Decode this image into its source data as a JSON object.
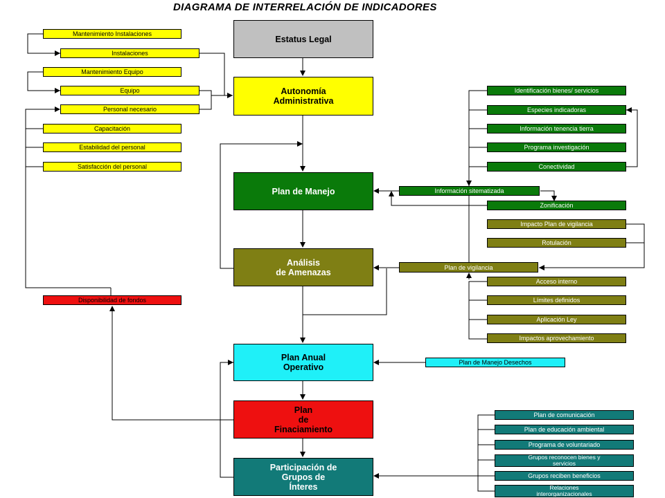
{
  "title": "DIAGRAMA DE INTERRELACIÓN DE INDICADORES",
  "main": {
    "estatus": "Estatus Legal",
    "autonomia": "Autonomía\nAdministrativa",
    "plan_manejo": "Plan de Manejo",
    "analisis": "Análisis\nde Amenazas",
    "plan_anual": "Plan Anual\nOperativo",
    "plan_financiamiento": "Plan\nde\nFinaciamiento",
    "participacion": "Participación de\nGrupos de\nÍnteres"
  },
  "left": {
    "mant_instalaciones": "Mantenimiento Instalaciones",
    "instalaciones": "Instalaciones",
    "mant_equipo": "Mantenimiento Equipo",
    "equipo": "Equipo",
    "personal": "Personal necesario",
    "capacitacion": "Capacitación",
    "estabilidad": "Estabilidad del personal",
    "satisfaccion": "Satisfacción del personal",
    "disponibilidad": "Disponibilidad de fondos"
  },
  "right_green": {
    "identificacion": "Identificación bienes/ servicios",
    "especies": "Especies indicadoras",
    "tenencia": "Información tenencia tierra",
    "investigacion": "Programa investigación",
    "conectividad": "Conectividad",
    "informacion": "Información sitematizada",
    "zonificacion": "Zonificación"
  },
  "right_olive": {
    "impacto": "Impacto Plan de vigilancia",
    "rotulacion": "Rotulación",
    "plan_vigilancia": "Plan de vigilancia",
    "acceso": "Acceso interno",
    "limites": "Límites definidos",
    "aplicacion": "Aplicación Ley",
    "impactos": "Impactos aprovechamiento"
  },
  "right_cyan": {
    "desechos": "Plan de Manejo Desechos"
  },
  "right_teal": {
    "comunicacion": "Plan de comunicación",
    "educacion": "Plan de educación ambiental",
    "voluntariado": "Programa de voluntariado",
    "reconocen": "Grupos reconocen bienes y\nservicios",
    "reciben": "Grupos reciben beneficios",
    "relaciones": "Relaciones\ninterorganizacionales"
  },
  "colors": {
    "yellow": "#ffff00",
    "gray": "#c0c0c0",
    "green": "#0a7a0a",
    "olive": "#7f7f14",
    "cyan": "#1ff0f8",
    "red": "#ee1010",
    "teal": "#127a78"
  }
}
